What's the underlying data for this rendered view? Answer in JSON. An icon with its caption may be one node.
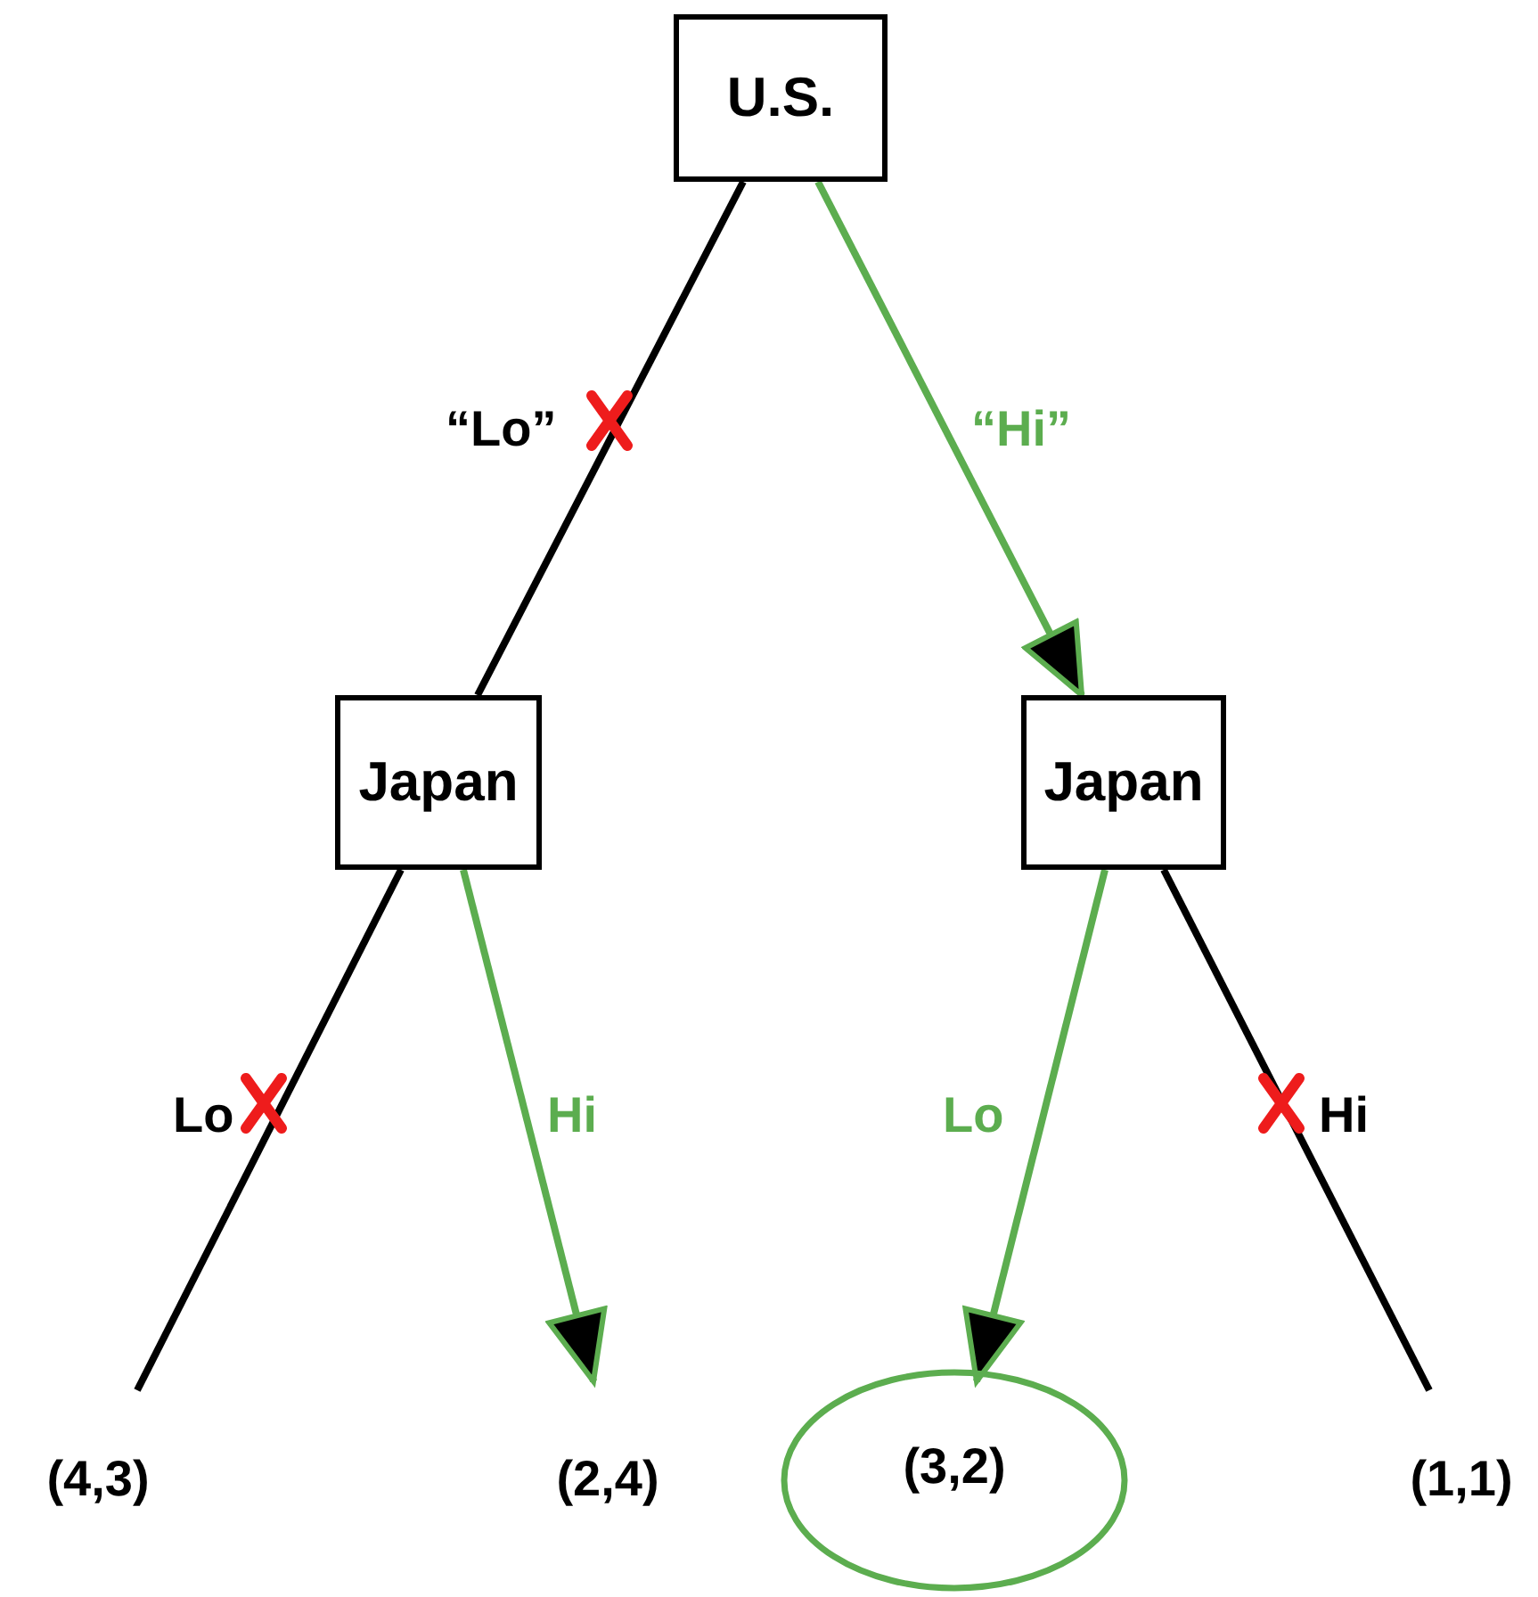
{
  "diagram": {
    "nodes": [
      {
        "text": [
          "U.S."
        ]
      },
      {
        "text": [
          "Japan"
        ]
      },
      {
        "text": [
          "Japan"
        ]
      },
      {
        "text": [
          "(4,3)"
        ]
      },
      {
        "text": [
          "(2,4)"
        ]
      },
      {
        "text": [],
        "shape": "circle"
      },
      {
        "text": [
          "(3,2)"
        ],
        "in": 5
      },
      {
        "text": [
          "(1,1)"
        ]
      }
    ],
    "edges": [
      {
        "from": 0,
        "to": 1,
        "arrow": "none",
        "label": "“Lo”"
      },
      {
        "from": 0,
        "to": 2,
        "arrow": "to",
        "label": "“Hi”",
        "color": "#5cad4f"
      },
      {
        "from": 1,
        "to": 3,
        "arrow": "none",
        "label": "Lo"
      },
      {
        "from": 1,
        "to": 4,
        "arrow": "to",
        "label": "Hi",
        "color": "#5cad4f"
      },
      {
        "from": 2,
        "to": 5,
        "arrow": "to",
        "label": "Lo",
        "color": "#5cad4f"
      },
      {
        "from": 2,
        "to": 7,
        "arrow": "none",
        "label": "Hi"
      }
    ]
  }
}
